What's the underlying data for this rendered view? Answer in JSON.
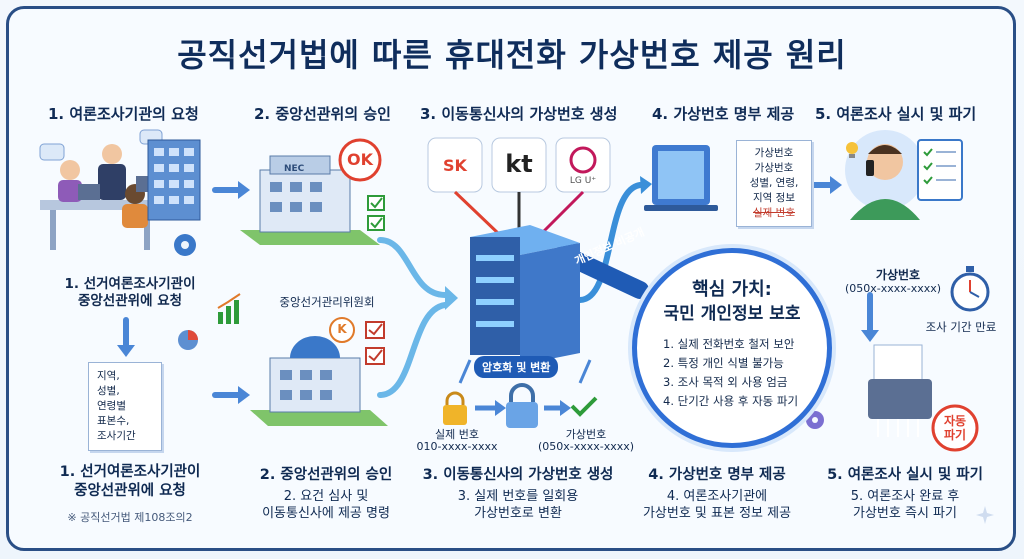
{
  "title": "공직선거법에 따른 휴대전화 가상번호 제공 원리",
  "steps": [
    {
      "header": "1. 여론조사기관의 요청",
      "caption": "1. 선거여론조사기관이\n중앙선관위에 요청",
      "bottom_title": "1. 선거여론조사기관이\n중앙선관위에 요청",
      "bottom_note": "※ 공직선거법 제108조의2"
    },
    {
      "header": "2. 중앙선관위의 승인",
      "caption": "중앙선거관리위원회",
      "bottom_title": "2. 중앙선관위의 승인",
      "bottom_desc": "2. 요건 심사 및\n이동통신사에 제공 명령"
    },
    {
      "header": "3. 이동통신사의 가상번호 생성",
      "bottom_title": "3. 이동통신사의 가상번호 생성",
      "bottom_desc": "3. 실제 번호를 일회용\n가상번호로 변환"
    },
    {
      "header": "4. 가상번호 명부 제공",
      "bottom_title": "4. 가상번호 명부 제공",
      "bottom_desc": "4. 여론조사기관에\n가상번호 및 표본 정보 제공"
    },
    {
      "header": "5. 여론조사 실시 및 파기",
      "bottom_title": "5. 여론조사 실시 및 파기",
      "bottom_desc": "5. 여론조사 완료 후\n가상번호 즉시 파기"
    }
  ],
  "request_doc": [
    "지역,",
    "성별,",
    "연령별",
    "표본수,",
    "조사기간"
  ],
  "nec_sign": "NEC",
  "ok_stamp": "OK",
  "k_mark": "K",
  "carriers": [
    "SK",
    "kt",
    "LG U⁺"
  ],
  "encrypt_label": "암호화 및 변환",
  "privacy_arrow_label": "개인정보 비공개",
  "real_number": {
    "label": "실제 번호",
    "value": "010-xxxx-xxxx"
  },
  "virtual_number": {
    "label": "가상번호",
    "value": "(050x-xxxx-xxxx)"
  },
  "roster_doc": [
    "가상번호",
    "가상번호",
    "성별, 연령,",
    "지역 정보",
    "실제 번호"
  ],
  "core": {
    "title1": "핵심 가치:",
    "title2": "국민 개인정보 보호",
    "items": [
      "1. 실제 전화번호 철저 보안",
      "2. 특정 개인 식별 불가능",
      "3. 조사 목적 외 사용 엄금",
      "4. 단기간 사용 후 자동 파기"
    ]
  },
  "survey_virtual": {
    "label": "가상번호",
    "value": "(050x-xxxx-xxxx)"
  },
  "period_end": "조사 기간 만료",
  "shred_stamp": [
    "자동",
    "파기"
  ],
  "colors": {
    "accent": "#2f6fd6",
    "title": "#0f2d5c",
    "ok": "#e0412f",
    "check": "#2e9b3a"
  }
}
